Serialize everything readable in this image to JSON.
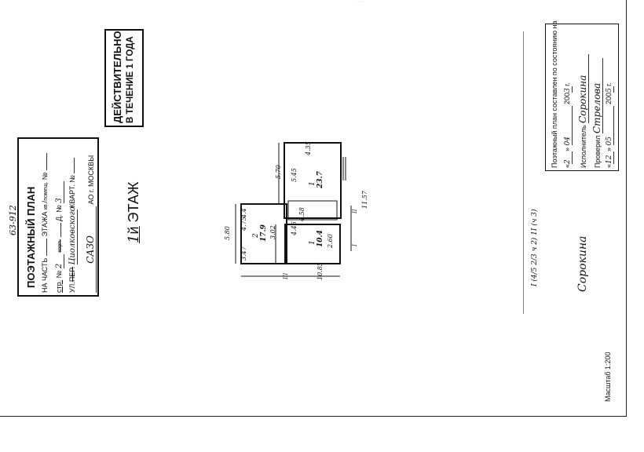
{
  "top_code": "63-912",
  "plan_title": "ПОЭТАЖНЫЙ ПЛАН",
  "row1": {
    "prefix": "НА ЧАСТЬ",
    "floor_label": "ЭТАЖА",
    "kv_label": "кв.",
    "pomesh_label": "помещ.",
    "no_label": "№"
  },
  "row2": {
    "str_label": "стр.",
    "str_value": "2",
    "korp_label": "корп.",
    "d_label": "Д. №",
    "d_value": "3"
  },
  "row3": {
    "ul_label": "УЛ.",
    "per_label": "ПЕР.",
    "street_value": "Циолковского",
    "kvart_label": "КВАРТ. №"
  },
  "row4": {
    "district_value": "САЗО",
    "ao_label": "АО г. МОСКВЫ"
  },
  "stamp": {
    "line1": "ДЕЙСТВИТЕЛЬНО",
    "line2": "В ТЕЧЕНИЕ 1 ГОДА"
  },
  "floor_heading": {
    "number": "1",
    "suffix": "й",
    "label": "ЭТАЖ"
  },
  "cert": {
    "line1": "Поэтажный план составлен по состоянию на",
    "date_day": "2",
    "date_month": "04",
    "year_prefix": "200",
    "year1": "3",
    "year_suffix": "г.",
    "executor_label": "Исполнитель",
    "executor_sign": "Сорокина",
    "checked_label": "Проверил",
    "checked_sign": "Стрелова",
    "date2_day": "12",
    "date2_month": "05",
    "year2": "5"
  },
  "scale_text": "Масштаб 1:200",
  "side_formula": "I (4/5 2/3 ч 2) 1I (ч 3)",
  "side_sign": "Сорокина",
  "plan_dims": {
    "d_570": "5.70",
    "d_435": "4.35",
    "d_545": "5.45",
    "d_580": "5.80",
    "d_475": "4.75",
    "d_44": "4.4",
    "d_1157": "11.57",
    "d_1085": "10.85",
    "d_347": "3.47",
    "d_302": "3.02",
    "d_446": "4.46",
    "d_260": "2.60",
    "d_458": "4.58",
    "room_large_no": "1",
    "room_large_area": "23.7",
    "room_left_no": "2",
    "room_left_area": "17.9",
    "room_small_no": "1",
    "room_small_area": "10.4",
    "mark_III": "III",
    "mark_I": "I",
    "mark_II": "II"
  }
}
